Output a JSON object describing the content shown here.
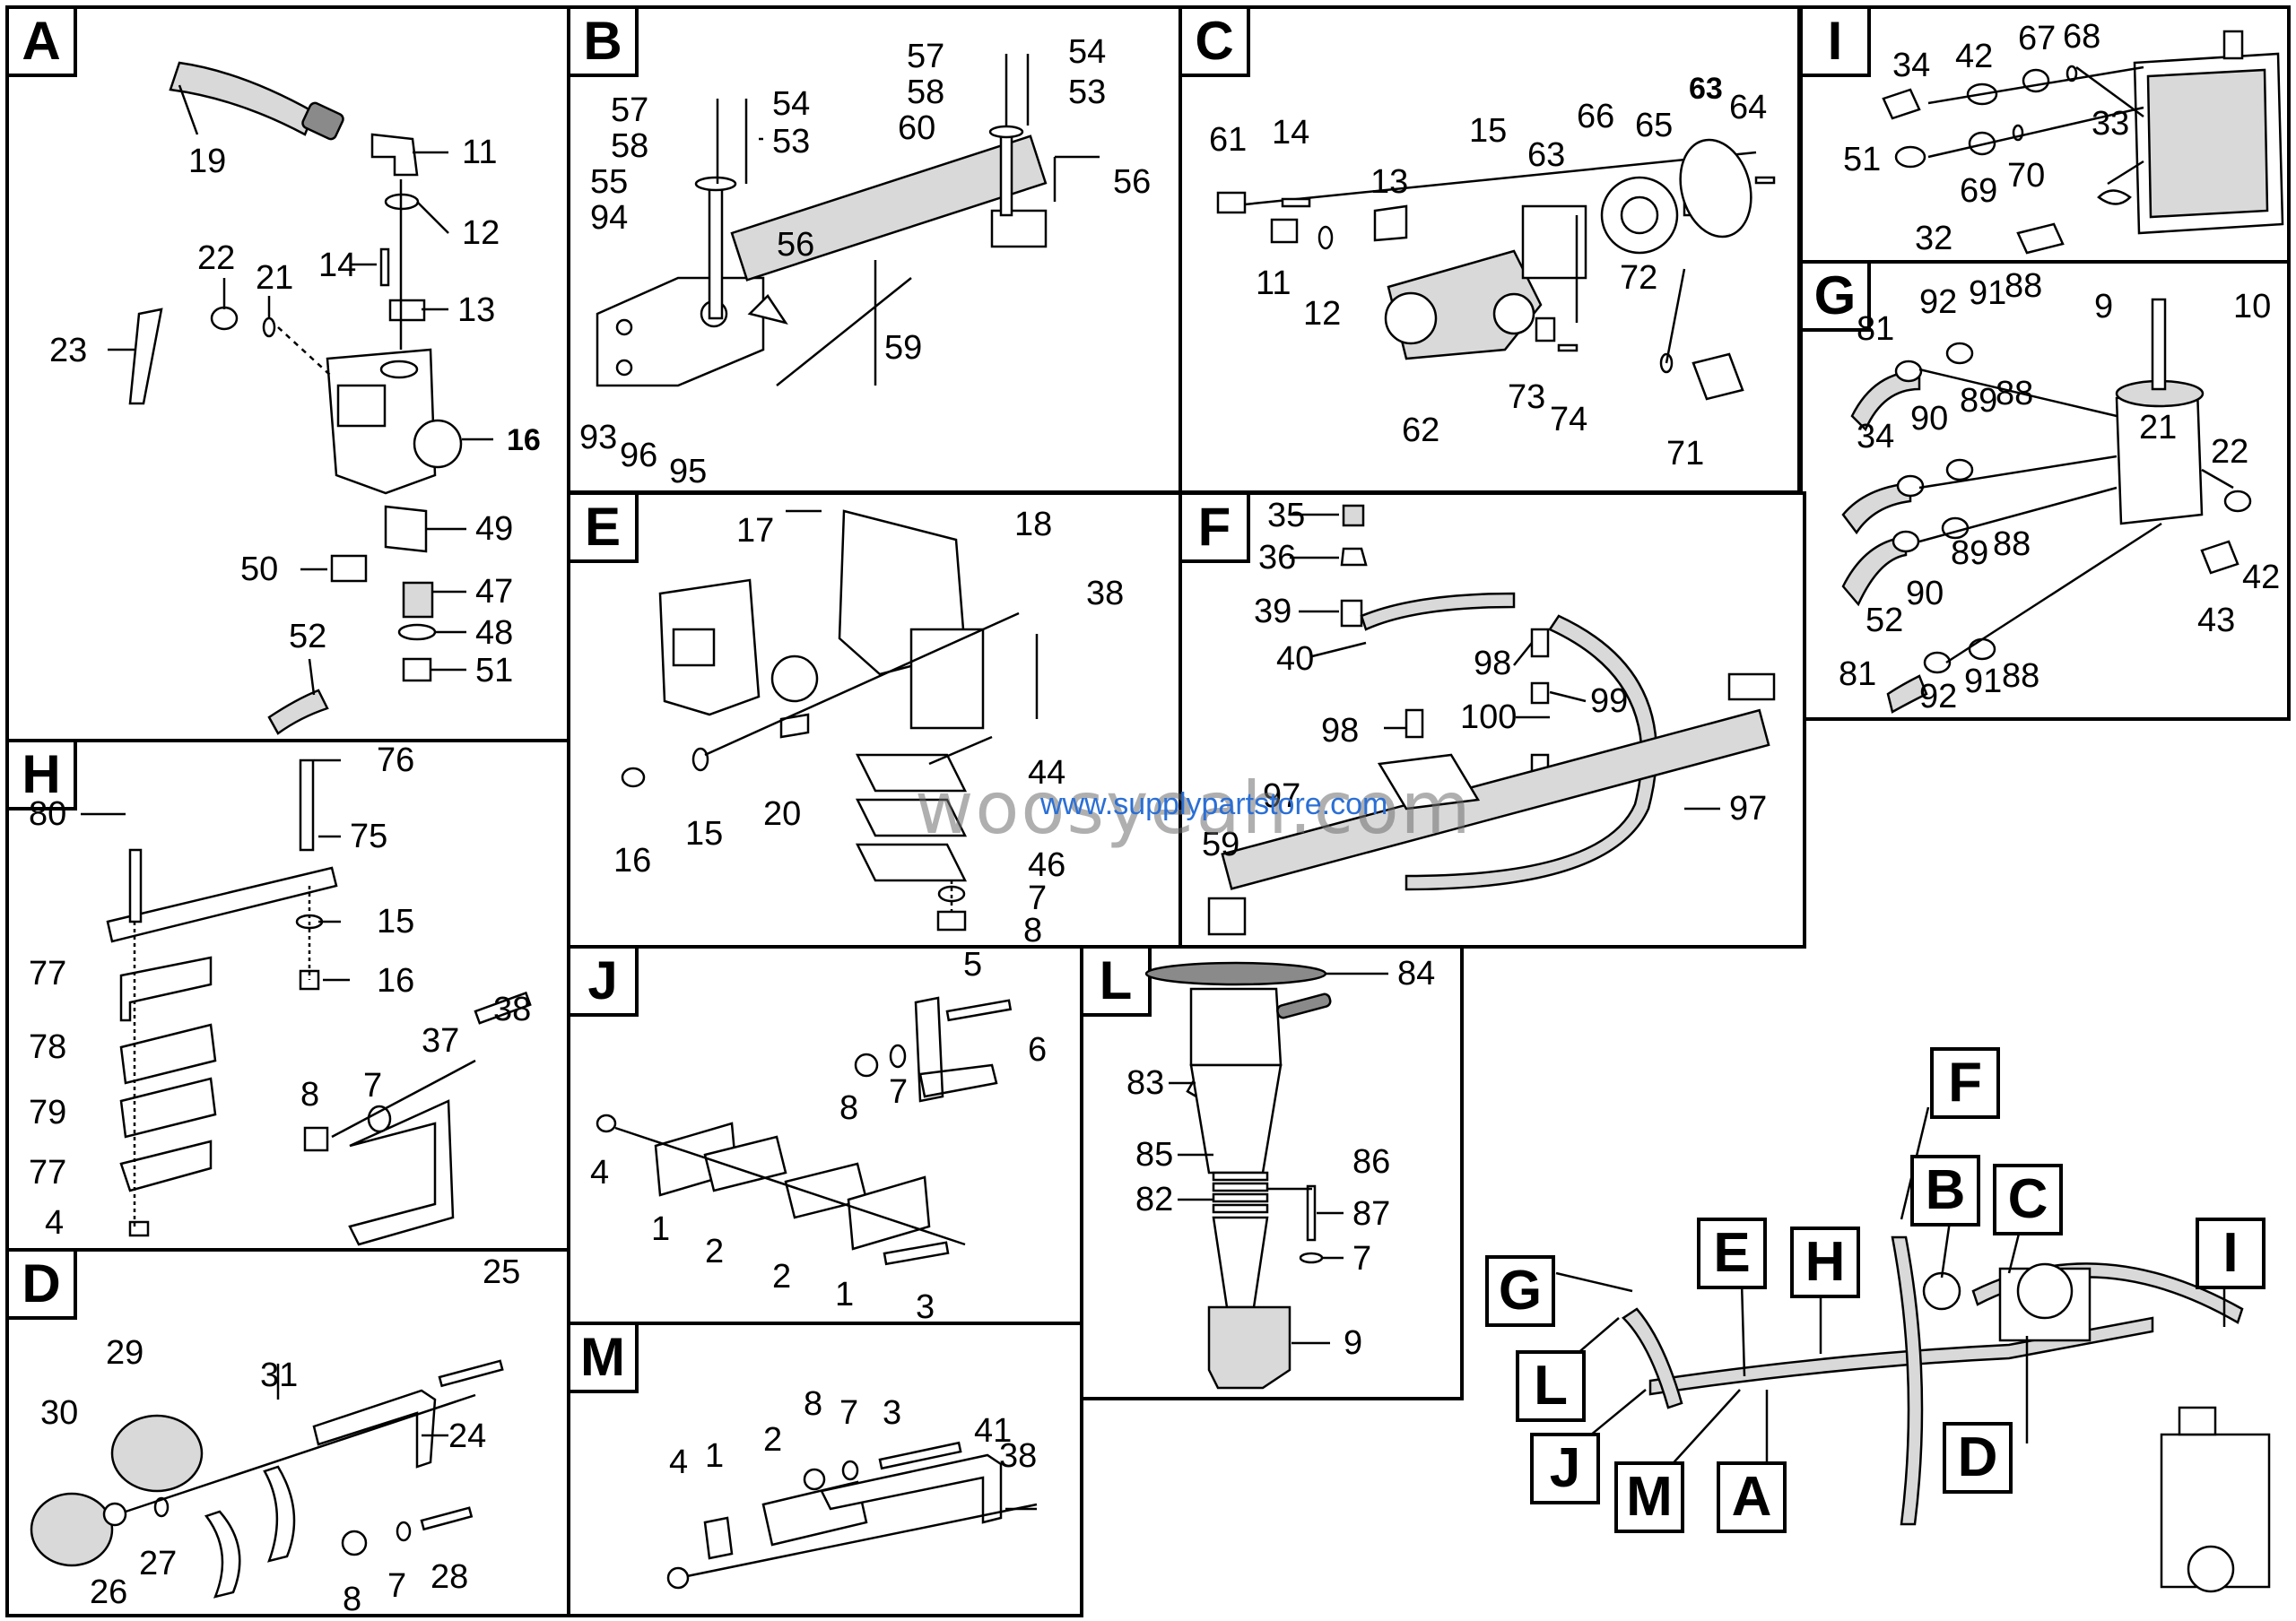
{
  "panels": {
    "A": {
      "letter": "A",
      "callouts": [
        "19",
        "11",
        "12",
        "14",
        "13",
        "22",
        "21",
        "23",
        "16",
        "49",
        "50",
        "47",
        "48",
        "52",
        "51"
      ]
    },
    "B": {
      "letter": "B",
      "callouts": [
        "57",
        "54",
        "58",
        "53",
        "55",
        "94",
        "56",
        "59",
        "93",
        "96",
        "95",
        "57",
        "54",
        "58",
        "53",
        "60",
        "56"
      ]
    },
    "C": {
      "letter": "C",
      "callouts": [
        "61",
        "14",
        "15",
        "13",
        "11",
        "12",
        "63",
        "66",
        "65",
        "63",
        "64",
        "62",
        "72",
        "73",
        "74",
        "71"
      ]
    },
    "I": {
      "letter": "I",
      "callouts": [
        "34",
        "42",
        "67",
        "68",
        "51",
        "69",
        "70",
        "33",
        "32"
      ]
    },
    "G": {
      "letter": "G",
      "callouts": [
        "81",
        "92",
        "91",
        "88",
        "9",
        "10",
        "34",
        "90",
        "89",
        "88",
        "21",
        "22",
        "52",
        "90",
        "89",
        "88",
        "43",
        "42",
        "81",
        "92",
        "91",
        "88"
      ]
    },
    "E": {
      "letter": "E",
      "callouts": [
        "17",
        "18",
        "38",
        "44",
        "16",
        "15",
        "20",
        "46",
        "7",
        "8"
      ]
    },
    "F": {
      "letter": "F",
      "callouts": [
        "35",
        "36",
        "39",
        "40",
        "98",
        "99",
        "100",
        "98",
        "97",
        "59",
        "97"
      ]
    },
    "H": {
      "letter": "H",
      "callouts": [
        "76",
        "80",
        "75",
        "15",
        "16",
        "77",
        "78",
        "79",
        "77",
        "4",
        "38",
        "37",
        "8",
        "7"
      ]
    },
    "J": {
      "letter": "J",
      "callouts": [
        "5",
        "6",
        "8",
        "7",
        "4",
        "1",
        "2",
        "2",
        "1",
        "3"
      ]
    },
    "L": {
      "letter": "L",
      "callouts": [
        "84",
        "83",
        "85",
        "86",
        "82",
        "87",
        "7",
        "9"
      ]
    },
    "D": {
      "letter": "D",
      "callouts": [
        "25",
        "29",
        "31",
        "24",
        "30",
        "26",
        "27",
        "8",
        "7",
        "28"
      ]
    },
    "M": {
      "letter": "M",
      "callouts": [
        "8",
        "7",
        "3",
        "4",
        "1",
        "2",
        "41",
        "38"
      ]
    }
  },
  "overview": {
    "keys": [
      "F",
      "B",
      "C",
      "G",
      "E",
      "H",
      "I",
      "L",
      "J",
      "M",
      "A",
      "D"
    ]
  },
  "watermark": {
    "brand": "woosyeah.com",
    "url": "www.supplypartstore.com"
  }
}
